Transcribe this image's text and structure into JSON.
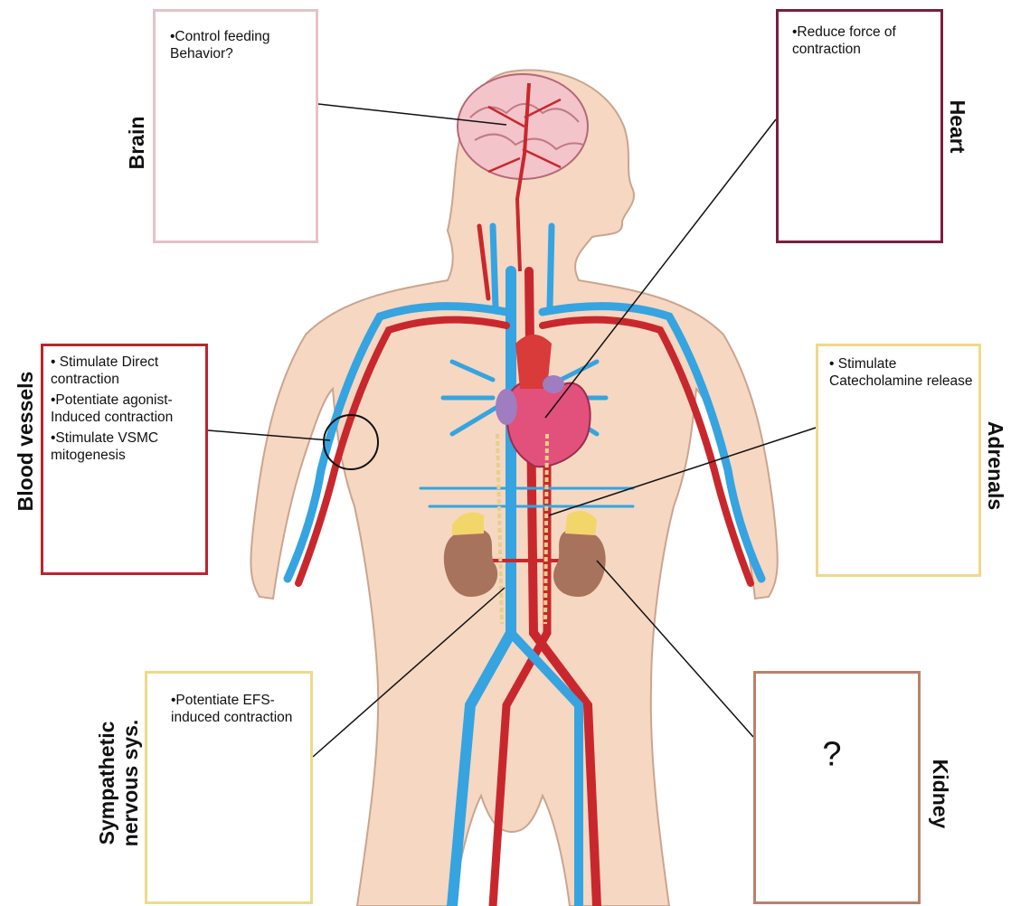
{
  "brain": {
    "label": "Brain",
    "items": [
      "•Control feeding Behavior?"
    ],
    "color": "#e3c3c8"
  },
  "heart": {
    "label": "Heart",
    "items": [
      "•Reduce force of contraction"
    ],
    "color": "#7a1f3f"
  },
  "blood_vessels": {
    "label": "Blood vessels",
    "items": [
      "• Stimulate Direct contraction",
      "•Potentiate agonist-Induced contraction",
      "•Stimulate VSMC mitogenesis"
    ],
    "color": "#b7272d"
  },
  "adrenals": {
    "label": "Adrenals",
    "items": [
      "• Stimulate Catecholamine release"
    ],
    "color": "#f0d98a"
  },
  "sympathetic": {
    "label_line1": "Sympathetic",
    "label_line2": "nervous sys.",
    "items": [
      "•Potentiate EFS-induced contraction"
    ],
    "color": "#f0d98a"
  },
  "kidney": {
    "label": "Kidney",
    "mark": "?",
    "color": "#b9826b"
  },
  "colors": {
    "skin": "#f6d7c2",
    "skin_outline": "#caa590",
    "artery": "#c8282d",
    "vein": "#35a4e0",
    "heart": "#e2507c",
    "adrenal": "#f2d66a",
    "kidney": "#a8735c",
    "nerve": "#f3dfa2"
  }
}
